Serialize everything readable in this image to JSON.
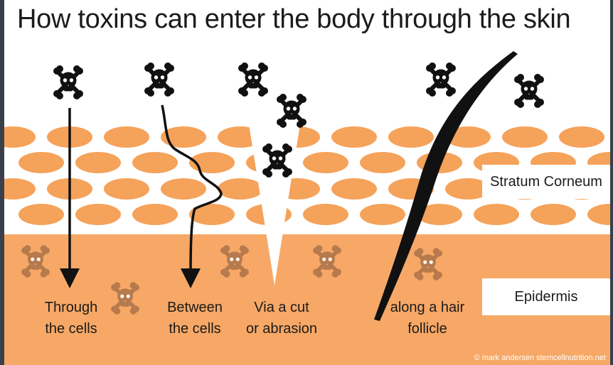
{
  "title": "How toxins can enter the body through the skin",
  "layers": {
    "stratum_corneum": "Stratum Corneum",
    "epidermis": "Epidermis"
  },
  "routes": [
    {
      "line1": "Through",
      "line2": "the cells"
    },
    {
      "line1": "Between",
      "line2": "the cells"
    },
    {
      "line1": "Via a cut",
      "line2": "or abrasion"
    },
    {
      "line1": "along a hair",
      "line2": "follicle"
    }
  ],
  "credit": "© mark andersen stemcellnutrition.net",
  "colors": {
    "cell": "#f5a25a",
    "epidermis": "#f7a866",
    "toxin_dark": "#111111",
    "toxin_faded": "#b67a4d",
    "hair": "#111111"
  },
  "icons": [
    "skull-crossbones-icon"
  ]
}
